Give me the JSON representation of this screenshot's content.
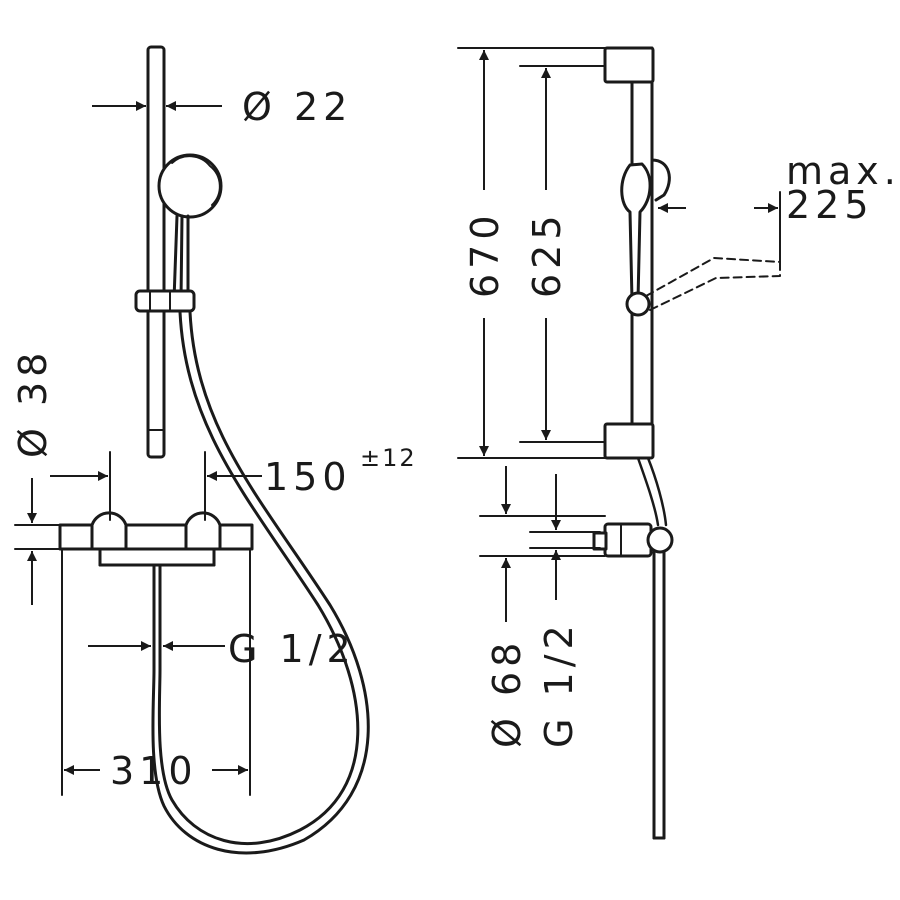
{
  "labels": {
    "pipe_diameter": "Ø 22",
    "body_diameter": "Ø 38",
    "centres": "150",
    "centres_tolerance": "±12",
    "thread_front": "G 1/2",
    "width": "310",
    "rail_height_total": "670",
    "rail_height_inner": "625",
    "max_reach_label": "max.",
    "max_reach_value": "225",
    "outlet_diameter": "Ø 68",
    "outlet_thread": "G 1/2"
  },
  "colors": {
    "stroke": "#1a1a1a",
    "background": "#ffffff"
  }
}
